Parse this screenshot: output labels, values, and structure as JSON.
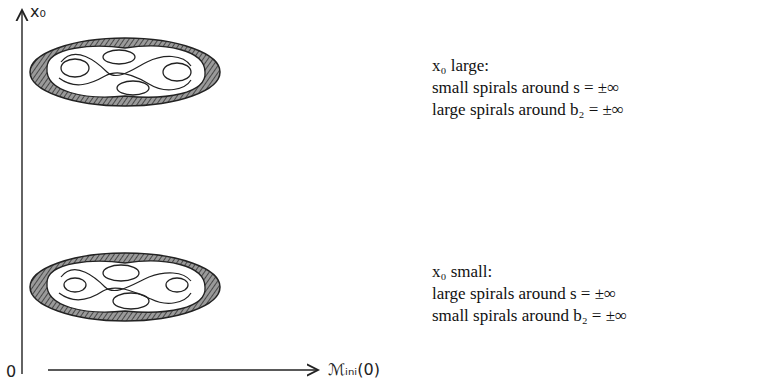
{
  "diagram": {
    "labels": [
      "x₀",
      "0",
      "ℳᵢₙᵢ(0)",
      "x₀ large:",
      "small spirals around s = ±∞",
      "large spirals around b₂ = ±∞",
      "x₀ small:",
      "large spirals around s = ±∞",
      "small spirals around b₂ = ±∞"
    ]
  }
}
